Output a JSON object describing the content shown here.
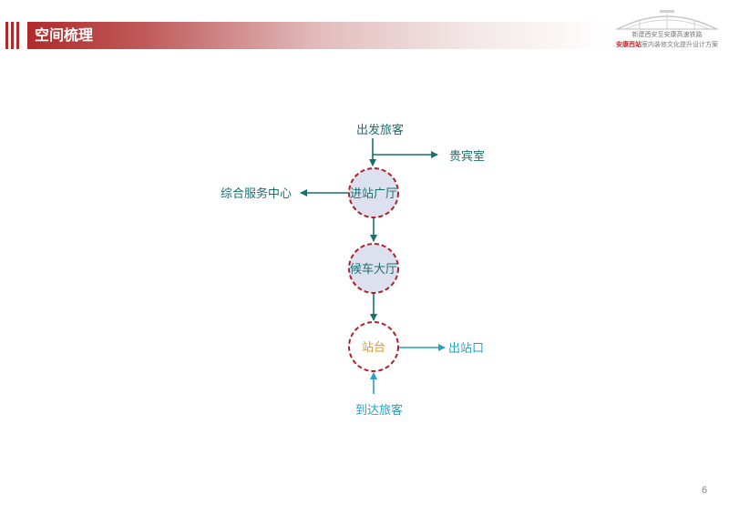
{
  "header": {
    "title": "空间梳理",
    "project_line": "新建西安至安康高速铁路",
    "station_brand": "安康西站",
    "subtitle": "室内装修文化提升设计方案"
  },
  "diagram": {
    "departing_passengers": "出发旅客",
    "vip_room": "贵宾室",
    "service_center": "综合服务中心",
    "entrance_hall": "进站广厅",
    "waiting_hall": "候车大厅",
    "platform": "站台",
    "exit": "出站口",
    "arriving_passengers": "到达旅客"
  },
  "colors": {
    "departure_flow": "#1a7070",
    "arrival_flow": "#2aa0c4",
    "node_fill": "#dde0ee",
    "node_border": "#b0202a",
    "platform_text": "#d89a2a",
    "header_red": "#b02a2a"
  },
  "page_number": "6"
}
